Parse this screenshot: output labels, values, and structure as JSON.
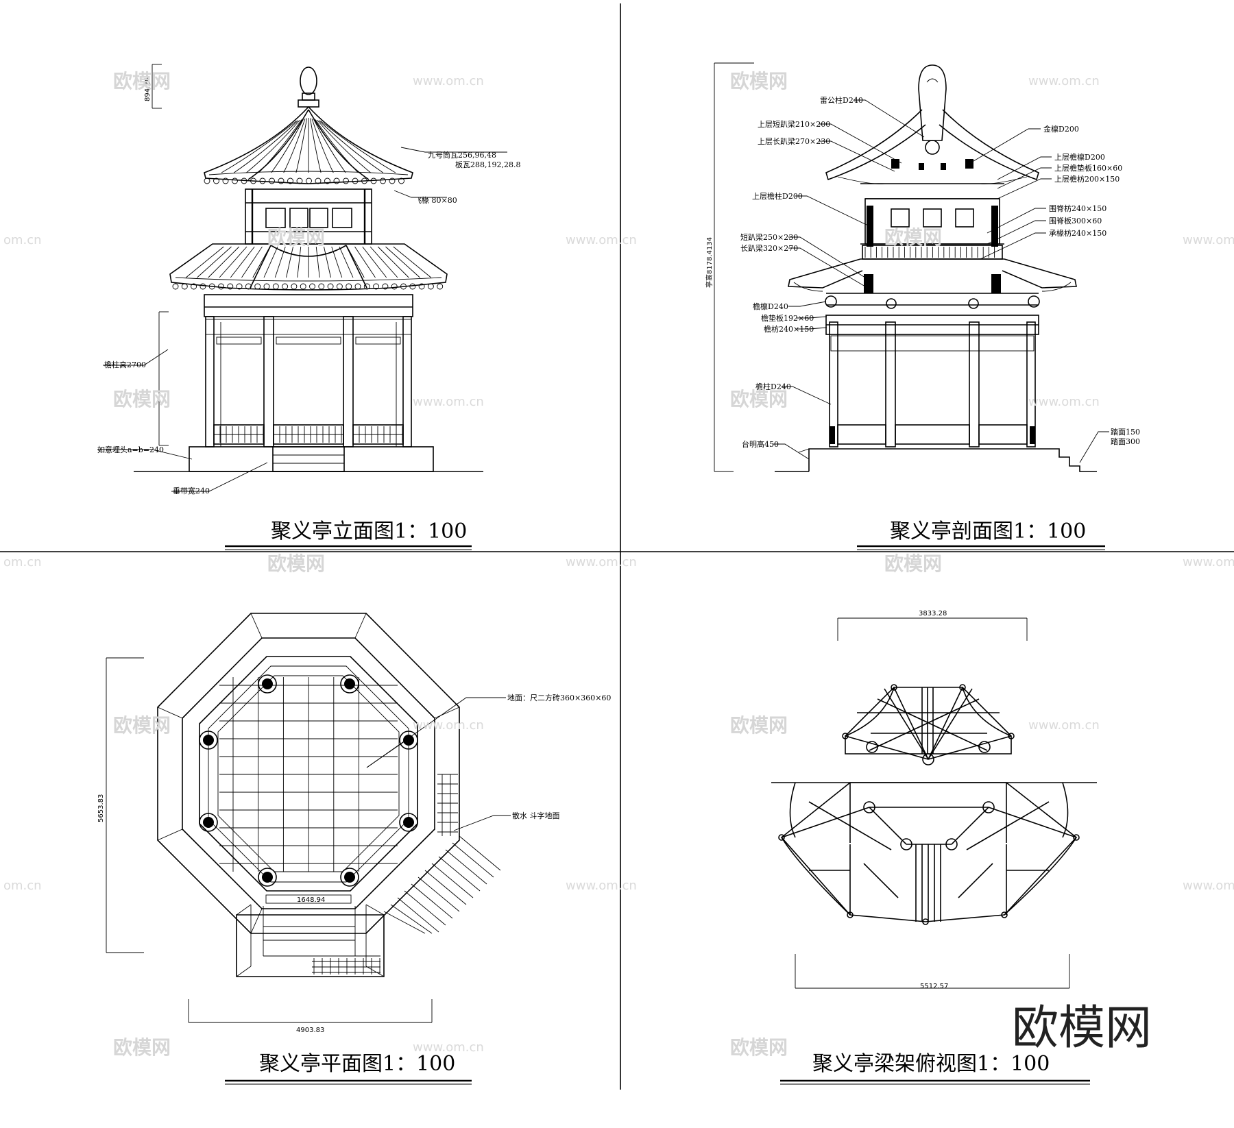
{
  "titles": {
    "elevation": "聚义亭立面图1：100",
    "section": "聚义亭剖面图1：100",
    "plan": "聚义亭平面图1：100",
    "roof_plan": "聚义亭梁架俯视图1：100"
  },
  "elevation": {
    "top_dim": "894.26",
    "labels": {
      "tile1": "九号筒瓦256,96,48",
      "tile2": "板瓦288,192,28.8",
      "rafter": "飞椽 80×80",
      "column": "檐柱高2700",
      "base": "如意埋头a=b=240",
      "step": "垂带宽240"
    }
  },
  "section": {
    "height_dim": "亭高8178.4134",
    "labels": {
      "l1": "雷公柱D240",
      "l2": "上层短趴梁210×200",
      "l3": "上层长趴梁270×230",
      "l4": "金檩D200",
      "l5": "上层檐檩D200",
      "l6": "上层檐垫板160×60",
      "l7": "上层檐枋200×150",
      "l8": "上层檐柱D200",
      "l9": "围脊枋240×150",
      "l10": "围脊板300×60",
      "l11": "承椽枋240×150",
      "l12": "短趴梁250×230",
      "l13": "长趴梁320×270",
      "l14": "檐檩D240",
      "l15": "檐垫板192×60",
      "l16": "檐枋240×150",
      "l17": "檐柱D240",
      "l18": "台明高450",
      "l19": "踏面150",
      "l20": "踏面300"
    }
  },
  "plan": {
    "height_dim": "5653.83",
    "width_dim": "4903.83",
    "inner_dim": "1648.94",
    "labels": {
      "floor": "地面：尺二方砖360×360×60",
      "apron": "散水 斗字地面"
    }
  },
  "roof_plan": {
    "top_dim": "3833.28",
    "bottom_dim": "5512.57"
  },
  "watermarks": {
    "cn": "欧模网",
    "url": "www.om.cn",
    "url2": "om.cn"
  }
}
